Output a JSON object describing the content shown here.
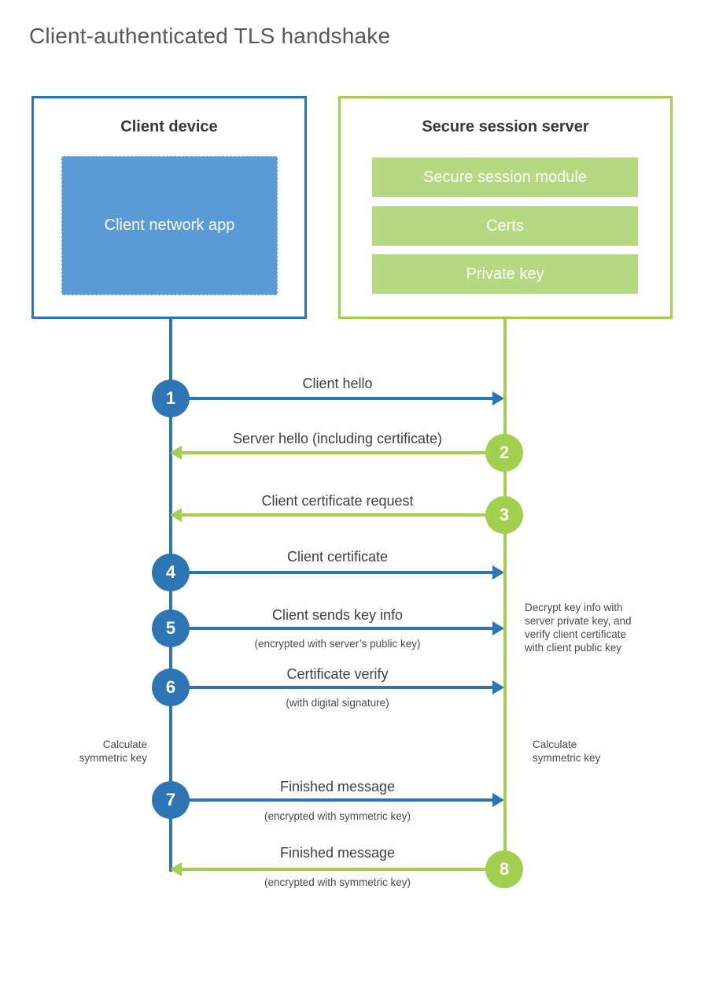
{
  "title": "Client-authenticated TLS handshake",
  "colors": {
    "blue": "#2e75b6",
    "blue_fill": "#5b9bd5",
    "green": "#a3cf4e",
    "green_fill": "#b5d981"
  },
  "client": {
    "heading": "Client device",
    "app_label": "Client network app"
  },
  "server": {
    "heading": "Secure session server",
    "modules": [
      "Secure session module",
      "Certs",
      "Private key"
    ]
  },
  "messages": [
    {
      "step": "1",
      "label": "Client hello",
      "direction": "right",
      "color": "blue"
    },
    {
      "step": "2",
      "label": "Server hello (including certificate)",
      "direction": "left",
      "color": "green"
    },
    {
      "step": "3",
      "label": "Client certificate request",
      "direction": "left",
      "color": "green"
    },
    {
      "step": "4",
      "label": "Client certificate",
      "direction": "right",
      "color": "blue"
    },
    {
      "step": "5",
      "label": "Client sends key info",
      "sublabel": "(encrypted with server’s public key)",
      "direction": "right",
      "color": "blue"
    },
    {
      "step": "6",
      "label": "Certificate verify",
      "sublabel": "(with digital signature)",
      "direction": "right",
      "color": "blue"
    },
    {
      "step": "7",
      "label": "Finished message",
      "sublabel": "(encrypted with symmetric key)",
      "direction": "right",
      "color": "blue"
    },
    {
      "step": "8",
      "label": "Finished message",
      "sublabel": "(encrypted with symmetric key)",
      "direction": "left",
      "color": "green"
    }
  ],
  "notes": {
    "decrypt": {
      "lines": [
        "Decrypt key info with",
        "server private key, and",
        "verify client certificate",
        "with client public key"
      ]
    },
    "calc_left": {
      "lines": [
        "Calculate",
        "symmetric key"
      ]
    },
    "calc_right": {
      "lines": [
        "Calculate",
        "symmetric key"
      ]
    }
  }
}
